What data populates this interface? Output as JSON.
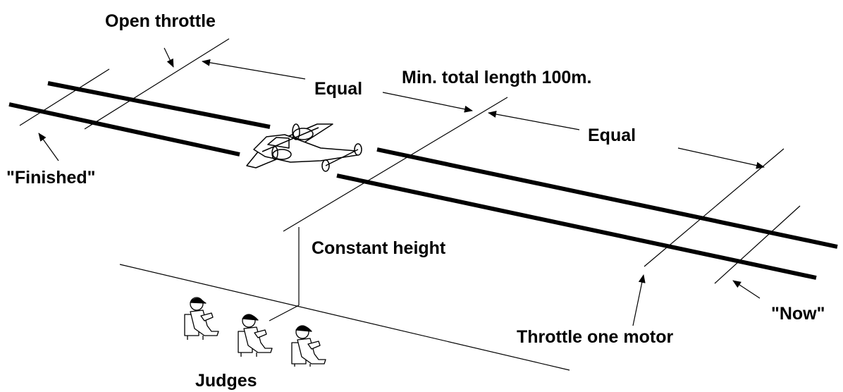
{
  "labels": {
    "open_throttle": "Open throttle",
    "min_total_length": "Min. total length 100m.",
    "equal_left": "Equal",
    "equal_right": "Equal",
    "finished": "\"Finished\"",
    "constant_height": "Constant height",
    "now": "\"Now\"",
    "throttle_one_motor": "Throttle one motor",
    "judges": "Judges"
  },
  "colors": {
    "ink": "#000000",
    "background": "#ffffff"
  }
}
